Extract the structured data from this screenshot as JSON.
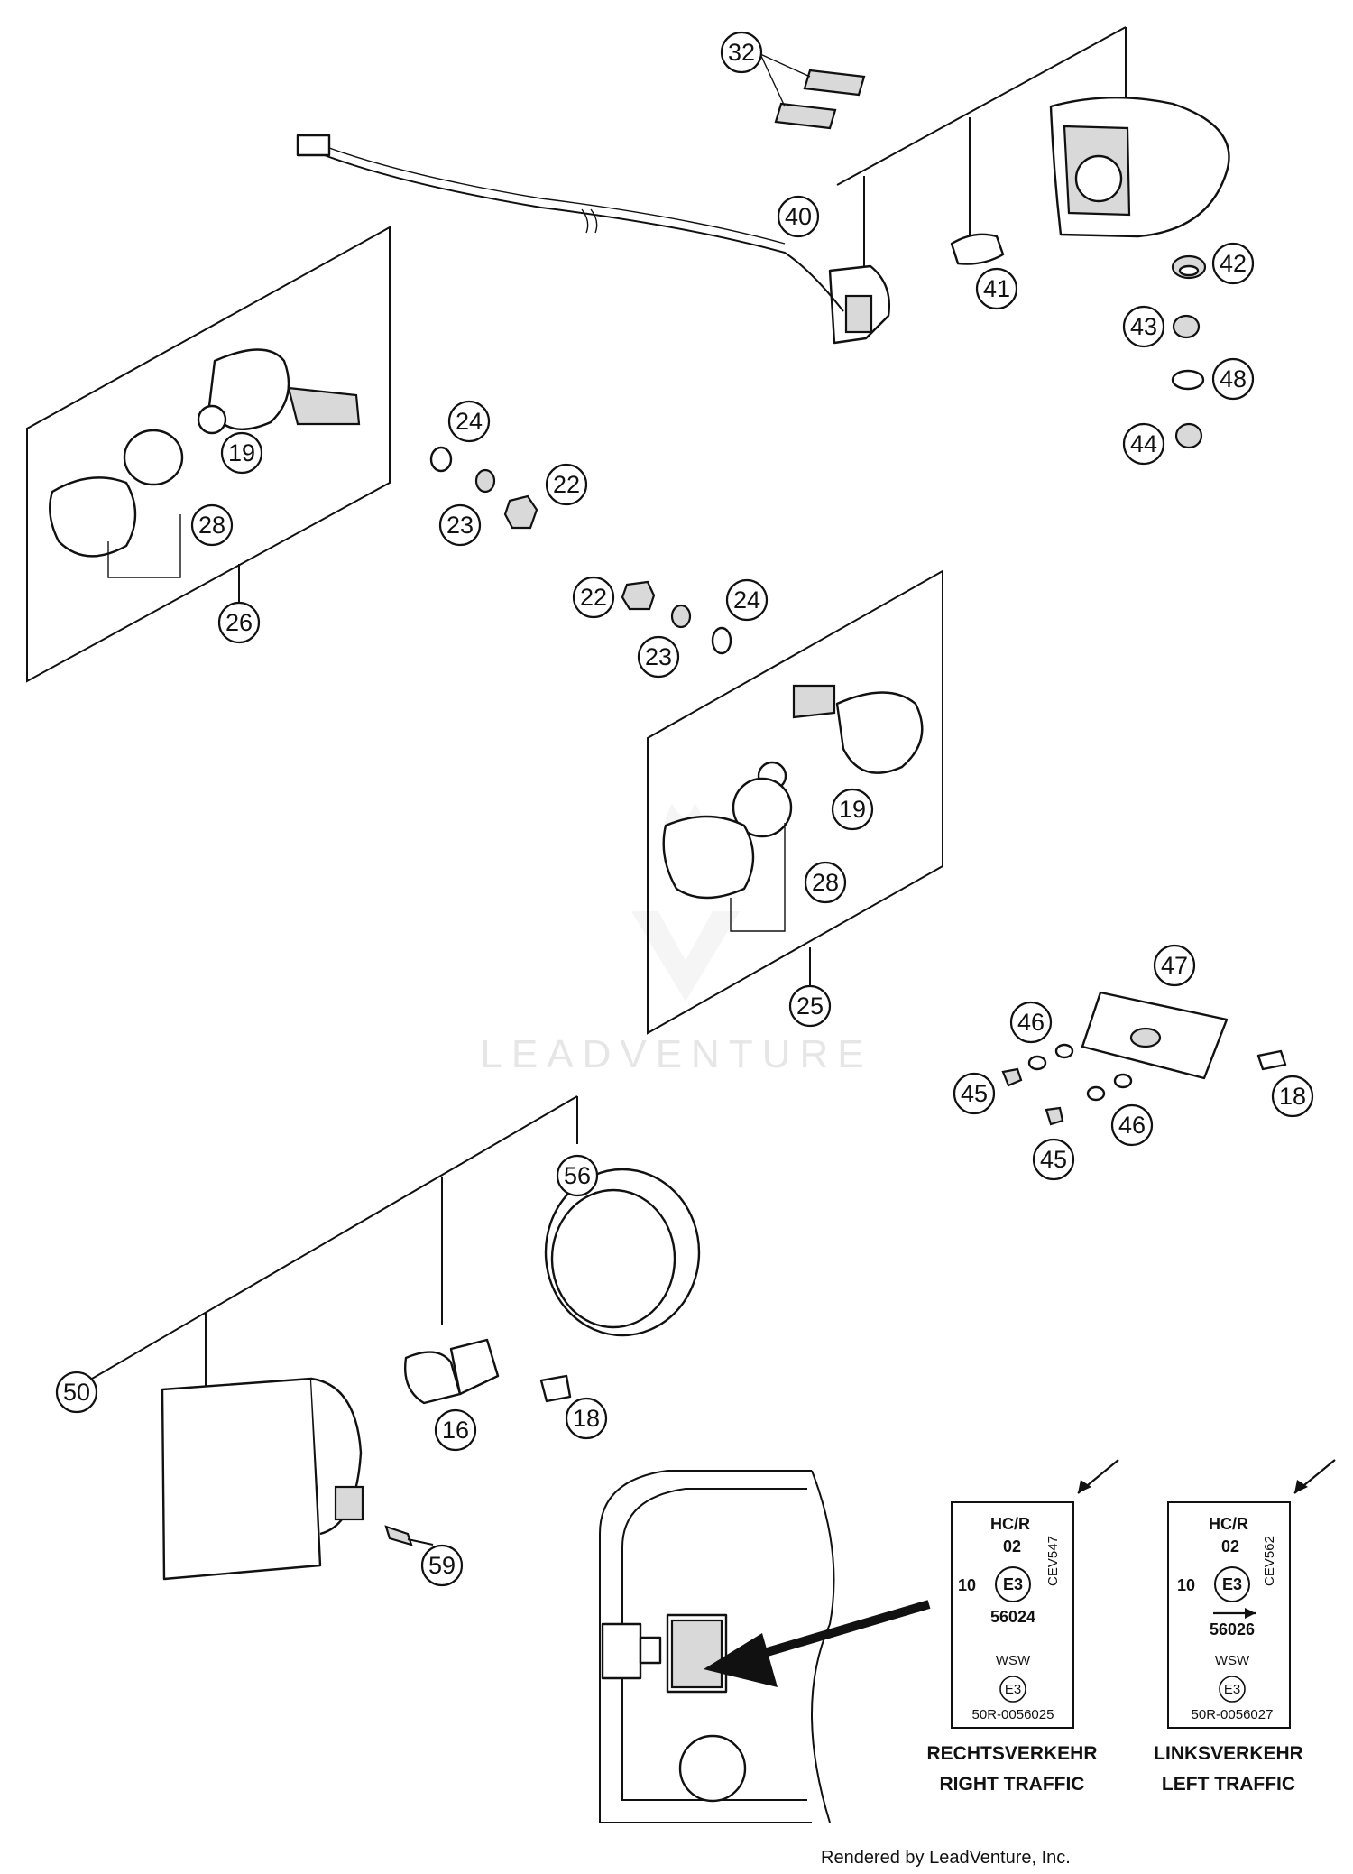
{
  "callouts": {
    "c32": "32",
    "c40": "40",
    "c41": "41",
    "c42": "42",
    "c43": "43",
    "c48": "48",
    "c44": "44",
    "c24a": "24",
    "c22a": "22",
    "c23a": "23",
    "c19a": "19",
    "c28a": "28",
    "c26": "26",
    "c22b": "22",
    "c24b": "24",
    "c23b": "23",
    "c19b": "19",
    "c28b": "28",
    "c25": "25",
    "c47": "47",
    "c46a": "46",
    "c45a": "45",
    "c46b": "46",
    "c45b": "45",
    "c18a": "18",
    "c56": "56",
    "c50": "50",
    "c16": "16",
    "c18b": "18",
    "c59": "59"
  },
  "labels": {
    "right": {
      "hcr": "HC/R",
      "num02": "02",
      "cev": "CEV547",
      "ten": "10",
      "e3": "E3",
      "code": "56024",
      "wsw": "WSW",
      "small_e3": "E3",
      "small_code": "50R-0056025"
    },
    "left": {
      "hcr": "HC/R",
      "num02": "02",
      "cev": "CEV562",
      "ten": "10",
      "e3": "E3",
      "code": "56026",
      "wsw": "WSW",
      "small_e3": "E3",
      "small_code": "50R-0056027"
    }
  },
  "traffic": {
    "right_de": "RECHTSVERKEHR",
    "right_en": "RIGHT TRAFFIC",
    "left_de": "LINKSVERKEHR",
    "left_en": "LEFT TRAFFIC"
  },
  "watermark": "LEADVENTURE",
  "footer": "Rendered by LeadVenture, Inc."
}
